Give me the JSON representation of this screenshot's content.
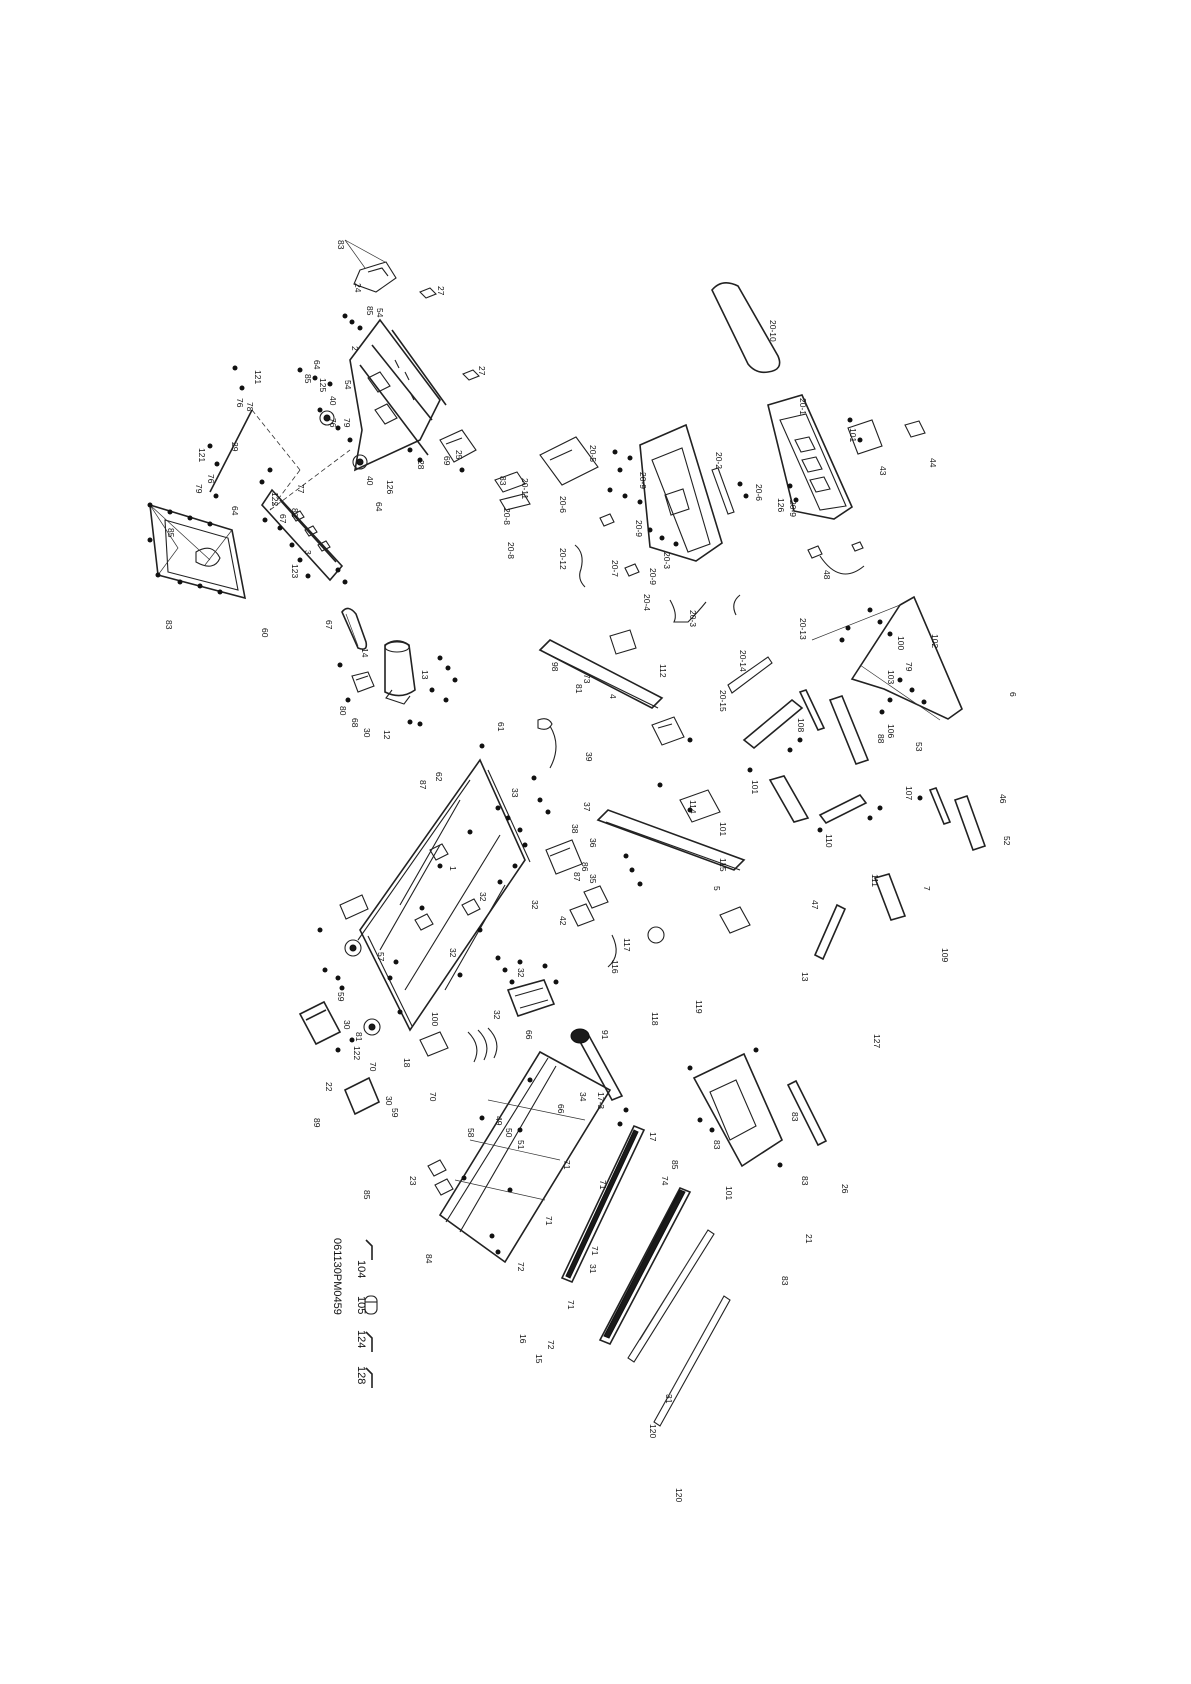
{
  "drawing_code": "061130PM0459",
  "legend": [
    {
      "number": "104",
      "icon": "l-bracket"
    },
    {
      "number": "105",
      "icon": "cylinder-knob"
    },
    {
      "number": "124",
      "icon": "l-bracket"
    },
    {
      "number": "128",
      "icon": "l-bracket"
    }
  ],
  "labels": {
    "p83a": "83",
    "p24": "24",
    "p27a": "27",
    "p85a": "85",
    "p54a": "54",
    "p2": "2",
    "p27b": "27",
    "p64a": "64",
    "p85b": "85",
    "p54b": "54",
    "p125a": "125",
    "p40a": "40",
    "p76a": "76",
    "p78a": "78",
    "p29": "29",
    "p121a": "121",
    "p79a": "79",
    "p76b": "76",
    "p121b": "121",
    "p76c": "76",
    "p79b": "79",
    "p64b": "64",
    "p25": "25",
    "p69": "69",
    "p83b": "83",
    "p28": "28",
    "p126": "126",
    "p40b": "40",
    "p64c": "64",
    "p122a": "122",
    "p77a": "77",
    "p82a": "82",
    "p67a": "67",
    "p3": "3",
    "p123": "123",
    "p67b": "67",
    "p85c": "85",
    "p83c": "83",
    "p60": "60",
    "p83d": "83",
    "p14": "14",
    "p13": "13",
    "p80": "80",
    "p12": "12",
    "p30a": "30",
    "p68": "68",
    "p61": "61",
    "p62": "62",
    "p87a": "87",
    "p20_10": "20-10",
    "p20_1": "20-1",
    "p101a": "101",
    "p43": "43",
    "p44": "44",
    "p126b": "126",
    "p20_5": "20-5",
    "p20_11": "20-11",
    "p20_8a": "20-8",
    "p20_6": "20-6",
    "p20_8b": "20-8",
    "p20_12": "20-12",
    "p20_9a": "20-9",
    "p20_2": "20-2",
    "p20_9b": "20-9",
    "p20_9c": "20-9",
    "p20_9d": "20-9",
    "p20_6b": "20-6",
    "p20_3a": "20-3",
    "p20_3b": "20-3",
    "p20_4": "20-4",
    "p20_7": "20-7",
    "p20_14": "20-14",
    "p20_15": "20-15",
    "p20_13": "20-13",
    "p48": "48",
    "p4": "4",
    "p112": "112",
    "p98a": "98",
    "p73a": "73",
    "p81a": "81",
    "p6": "6",
    "p102a": "102",
    "p100a": "100",
    "p79c": "79",
    "p103": "103",
    "p108": "108",
    "p107": "107",
    "p53": "53",
    "p106": "106",
    "p88": "88",
    "p46": "46",
    "p114": "114",
    "p101b": "101",
    "p110": "110",
    "p111": "111",
    "p7": "7",
    "p52": "52",
    "p109": "109",
    "p115": "115",
    "p101c": "101",
    "p33": "33",
    "p39": "39",
    "p1": "1",
    "p32a": "32",
    "p32b": "32",
    "p32c": "32",
    "p32d": "32",
    "p32e": "32",
    "p86": "86",
    "p87b": "87",
    "p36": "36",
    "p37": "37",
    "p38": "38",
    "p35": "35",
    "p42": "42",
    "p5": "5",
    "p47": "47",
    "p116": "116",
    "p117": "117",
    "p118": "118",
    "p119": "119",
    "p13b": "13",
    "p127": "127",
    "p57": "57",
    "p59a": "59",
    "p30b": "30",
    "p81b": "81",
    "p122b": "122",
    "p70a": "70",
    "p100b": "100",
    "p22": "22",
    "p89": "89",
    "p18": "18",
    "p34": "34",
    "p66a": "66",
    "p66b": "66",
    "p91": "91",
    "p17_3": "17-3",
    "p17": "17",
    "p85d": "85",
    "p74": "74",
    "p58": "58",
    "p49": "49",
    "p50": "50",
    "p51": "51",
    "p23": "23",
    "p85e": "85",
    "p30c": "30",
    "p59b": "59",
    "p70b": "70",
    "p16": "16",
    "p15": "15",
    "p71a": "71",
    "p71b": "71",
    "p71c": "71",
    "p71d": "71",
    "p71e": "71",
    "p72a": "72",
    "p72b": "72",
    "p84": "84",
    "p31a": "31",
    "p31b": "31",
    "p120a": "120",
    "p120b": "120",
    "p21": "21",
    "p83e": "83",
    "p83f": "83",
    "p83g": "83",
    "p83h": "83",
    "p101d": "101",
    "p26": "26"
  }
}
